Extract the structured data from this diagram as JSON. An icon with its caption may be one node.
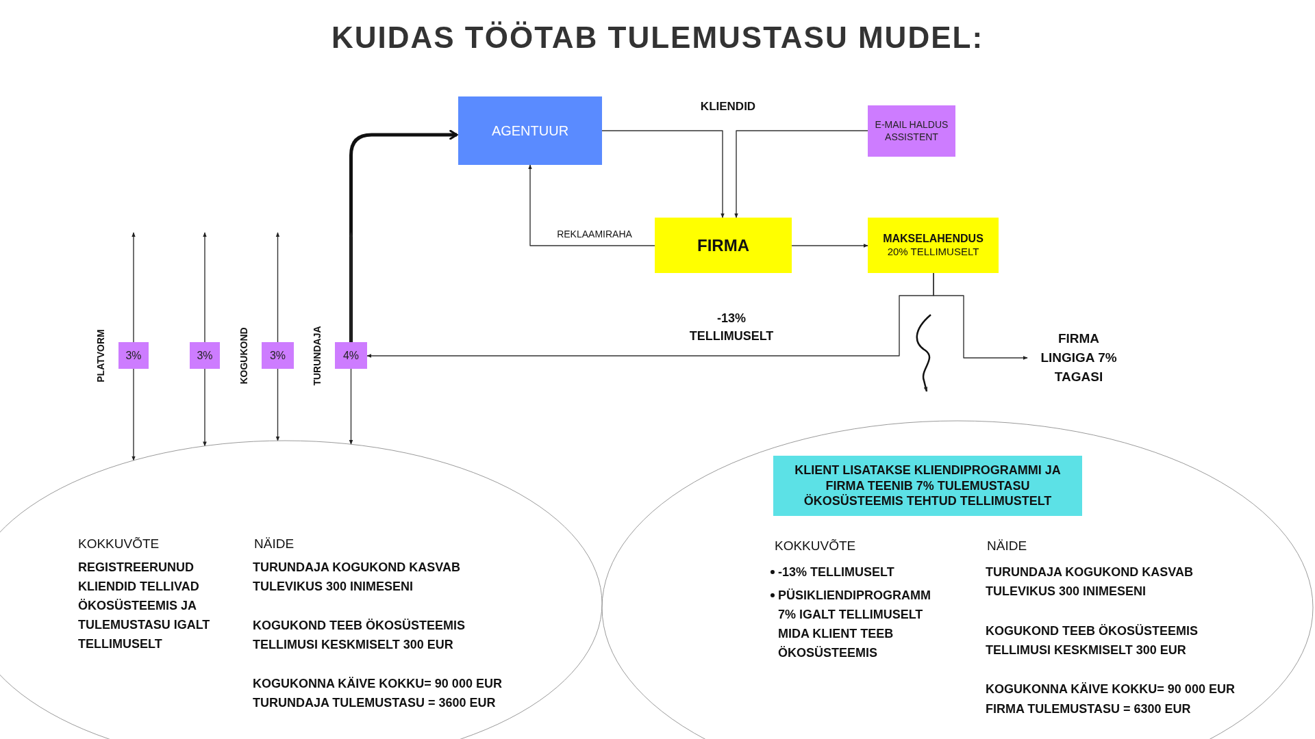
{
  "diagram": {
    "title": "KUIDAS TÖÖTAB TULEMUSTASU MUDEL:",
    "nodes": [
      {
        "text": [
          "AGENTUUR"
        ]
      },
      {
        "text": [
          "E-MAIL HALDUS ASSISTENT"
        ]
      },
      {
        "text": [
          "FIRMA"
        ]
      },
      {
        "text": [
          "MAKSELAHENDUS",
          "20% TELLIMUSELT"
        ]
      },
      {
        "text": [
          "3%"
        ],
        "beside": [
          "PLATVORM"
        ]
      },
      {
        "text": [
          "3%"
        ]
      },
      {
        "text": [
          "3%"
        ],
        "beside": [
          "KOGUKOND"
        ]
      },
      {
        "text": [
          "4%"
        ],
        "beside": [
          "TURUNDAJA"
        ]
      },
      {
        "text": [
          "FIRMA LINGIGA 7% TAGASI"
        ]
      },
      {
        "text": [
          "KOKKUVÕTE",
          "REGISTREERUNUD KLIENDID TELLIVAD ÖKOSÜSTEEMIS JA TULEMUSTASU IGALT TELLIMUSELT",
          "NÄIDE",
          "TURUNDAJA KOGUKOND KASVAB TULEVIKUS 300 INIMESENI",
          "KOGUKOND TEEB ÖKOSÜSTEEMIS TELLIMUSI KESKMISELT 300 EUR",
          "KOGUKONNA KÄIVE KOKKU= 90 000 EUR",
          "TURUNDAJA TULEMUSTASU = 3600 EUR"
        ]
      },
      {
        "text": [
          "KOKKUVÕTE",
          "-13% TELLIMUSELT",
          "PÜSIKLIENDIPROGRAMM 7% IGALT TELLIMUSELT MIDA KLIENT TEEB ÖKOSÜSTEEMIS",
          "NÄIDE",
          "TURUNDAJA KOGUKOND KASVAB TULEVIKUS 300 INIMESENI",
          "KOGUKOND TEEB ÖKOSÜSTEEMIS TELLIMUSI KESKMISELT 300 EUR",
          "KOGUKONNA KÄIVE KOKKU= 90 000 EUR",
          "FIRMA TULEMUSTASU = 6300 EUR"
        ]
      },
      {
        "text": [
          "KLIENT LISATAKSE KLIENDIPROGRAMMI JA FIRMA TEENIB 7% TULEMUSTASU ÖKOSÜSTEEMIS TEHTUD TELLIMUSTELT"
        ],
        "in": 10
      }
    ],
    "edges": [
      {
        "from": 0,
        "to": 2,
        "arrow": "to",
        "label": "KLIENDID"
      },
      {
        "from": 1,
        "to": 2,
        "arrow": "to"
      },
      {
        "from": 2,
        "to": 0,
        "arrow": "to",
        "label": "REKLAAMIRAHA"
      },
      {
        "from": 2,
        "to": 3,
        "arrow": "to"
      },
      {
        "from": 3,
        "to": 7,
        "arrow": "to",
        "label": "-13% TELLIMUSELT"
      },
      {
        "from": 3,
        "to": 8,
        "arrow": "to"
      },
      {
        "from": 7,
        "to": 0,
        "arrow": "to",
        "style": "thick"
      },
      {
        "from": 4,
        "to": null,
        "arrow": "to"
      },
      {
        "from": 5,
        "to": null,
        "arrow": "to"
      },
      {
        "from": 6,
        "to": null,
        "arrow": "to"
      },
      {
        "from": 7,
        "to": null,
        "arrow": "to"
      },
      {
        "from": 4,
        "to": 9,
        "arrow": "to"
      },
      {
        "from": 5,
        "to": 9,
        "arrow": "to"
      },
      {
        "from": 6,
        "to": 9,
        "arrow": "to"
      },
      {
        "from": 7,
        "to": 9,
        "arrow": "to"
      }
    ]
  }
}
